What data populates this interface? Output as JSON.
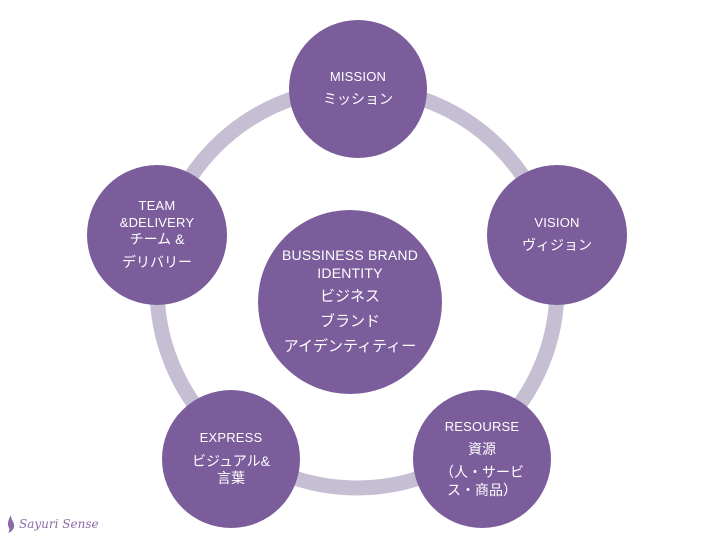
{
  "center": {
    "line1": "BUSSINESS BRAND",
    "line2": "IDENTITY",
    "jp1": "ビジネス",
    "jp2": "ブランド",
    "jp3": "アイデンティティー"
  },
  "mission": {
    "en": "MISSION",
    "jp": "ミッション"
  },
  "vision": {
    "en": "VISION",
    "jp": "ヴィジョン"
  },
  "resourse": {
    "en": "RESOURSE",
    "jp1": "資源",
    "jp2": "（人・サービ",
    "jp3": "ス・商品）"
  },
  "express": {
    "en": "EXPRESS",
    "jp1": "ビジュアル&",
    "jp2": "言葉"
  },
  "team": {
    "en1": "TEAM",
    "en2": "&DELIVERY",
    "jp1": "チーム &",
    "jp2": "デリバリー"
  },
  "logo": {
    "text": "Sayuri Sense"
  },
  "colors": {
    "node": "#7b5d9c",
    "ring": "#c6bfd4",
    "text": "#ffffff"
  }
}
